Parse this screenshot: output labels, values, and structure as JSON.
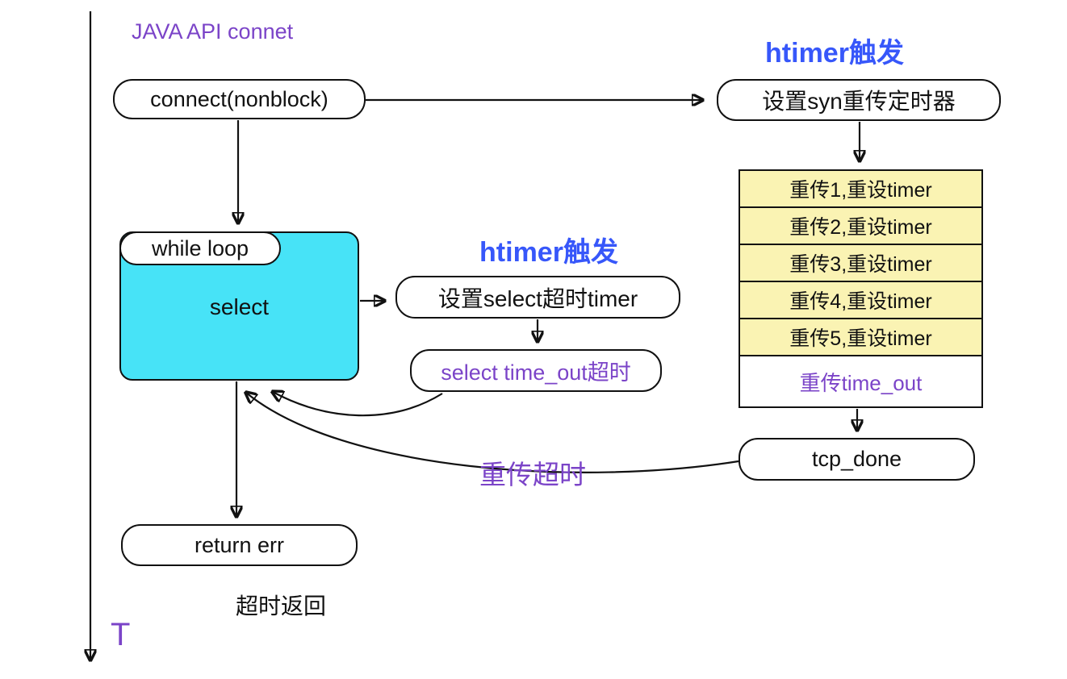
{
  "colors": {
    "purple": "#7b44c8",
    "blue": "#3757fa",
    "cyan_fill": "#47e3f7",
    "yellow_fill": "#faf3b3",
    "stroke": "#111111"
  },
  "titles": {
    "axis_title": "JAVA API connet",
    "htimer_top": "htimer触发",
    "htimer_mid": "htimer触发",
    "axis_t": "T"
  },
  "nodes": {
    "connect": "connect(nonblock)",
    "syn_timer": "设置syn重传定时器",
    "while_label": "while loop",
    "select": "select",
    "set_select_timer": "设置select超时timer",
    "select_timeout": "select time_out超时",
    "tcp_done": "tcp_done",
    "return_err": "return err"
  },
  "labels": {
    "retrans_timeout": "重传超时",
    "timeout_return": "超时返回"
  },
  "retrans": {
    "rows": [
      "重传1,重设timer",
      "重传2,重设timer",
      "重传3,重设timer",
      "重传4,重设timer",
      "重传5,重设timer"
    ],
    "timeout_row": "重传time_out"
  }
}
